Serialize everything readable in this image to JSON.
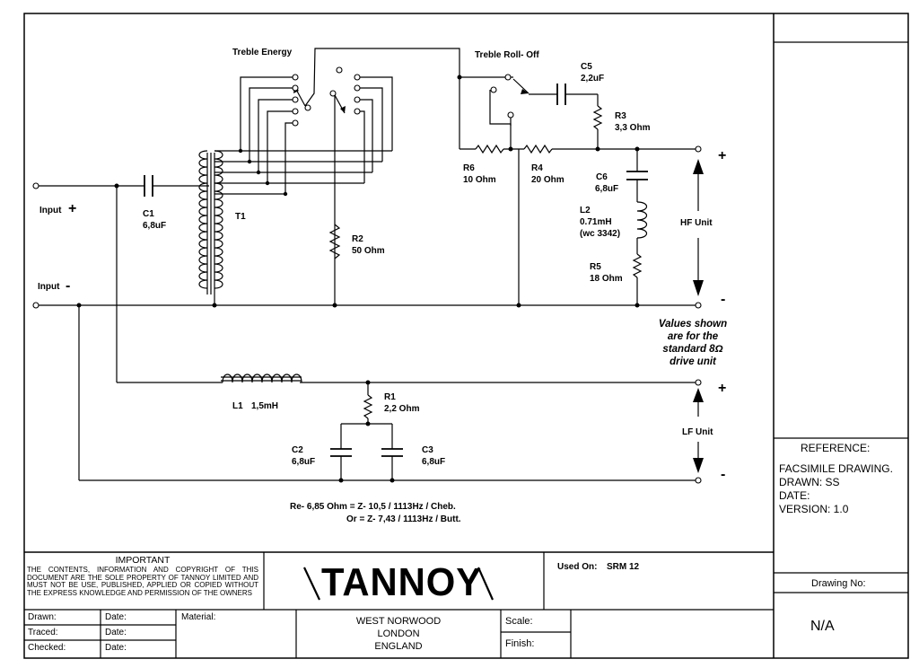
{
  "switches": {
    "treble_energy": "Treble Energy",
    "treble_rolloff": "Treble Roll- Off"
  },
  "components": {
    "c5": {
      "name": "C5",
      "value": "2,2uF"
    },
    "r3": {
      "name": "R3",
      "value": "3,3  Ohm"
    },
    "r6": {
      "name": "R6",
      "value": "10  Ohm"
    },
    "r4": {
      "name": "R4",
      "value": "20  Ohm"
    },
    "c6": {
      "name": "C6",
      "value": "6,8uF"
    },
    "l2": {
      "name": "L2",
      "value": "0.71mH",
      "note": "(wc 3342)"
    },
    "r5": {
      "name": "R5",
      "value": "18  Ohm"
    },
    "c1": {
      "name": "C1",
      "value": "6,8uF"
    },
    "t1": {
      "name": "T1"
    },
    "r2": {
      "name": "R2",
      "value": "50  Ohm"
    },
    "l1": {
      "name": "L1",
      "value": "1,5mH"
    },
    "r1": {
      "name": "R1",
      "value": "2,2  Ohm"
    },
    "c2": {
      "name": "C2",
      "value": "6,8uF"
    },
    "c3": {
      "name": "C3",
      "value": "6,8uF"
    }
  },
  "terminals": {
    "input_plus": "Input",
    "input_minus": "Input",
    "plus_sign": "+",
    "minus_sign": "-",
    "hf_unit": "HF  Unit",
    "lf_unit": "LF  Unit"
  },
  "note_lines": [
    "Values shown",
    "are for the",
    "standard 8Ω",
    "drive unit"
  ],
  "equations": {
    "line1": "Re- 6,85  Ohm  = Z- 10,5 / 1113Hz / Cheb.",
    "line2": "Or = Z- 7,43 / 1113Hz / Butt."
  },
  "title_block": {
    "important_title": "IMPORTANT",
    "important_text": "The contents, information and copyright of this document are the sole property of Tannoy Limited and must not be use, published, applied or copied without the express knowledge and permission of the owners",
    "logo": "TANNOY",
    "address": [
      "WEST NORWOOD",
      "LONDON",
      "ENGLAND"
    ],
    "used_on_label": "Used On:",
    "used_on_value": "SRM  12",
    "drawn_label": "Drawn:",
    "traced_label": "Traced:",
    "checked_label": "Checked:",
    "date_label": "Date:",
    "material_label": "Material:",
    "scale_label": "Scale:",
    "finish_label": "Finish:",
    "reference_title": "REFERENCE:",
    "reference_lines": [
      "FACSIMILE DRAWING.",
      "DRAWN: SS",
      "DATE:",
      "VERSION: 1.0"
    ],
    "drawing_no_label": "Drawing No:",
    "drawing_no_value": "N/A"
  }
}
